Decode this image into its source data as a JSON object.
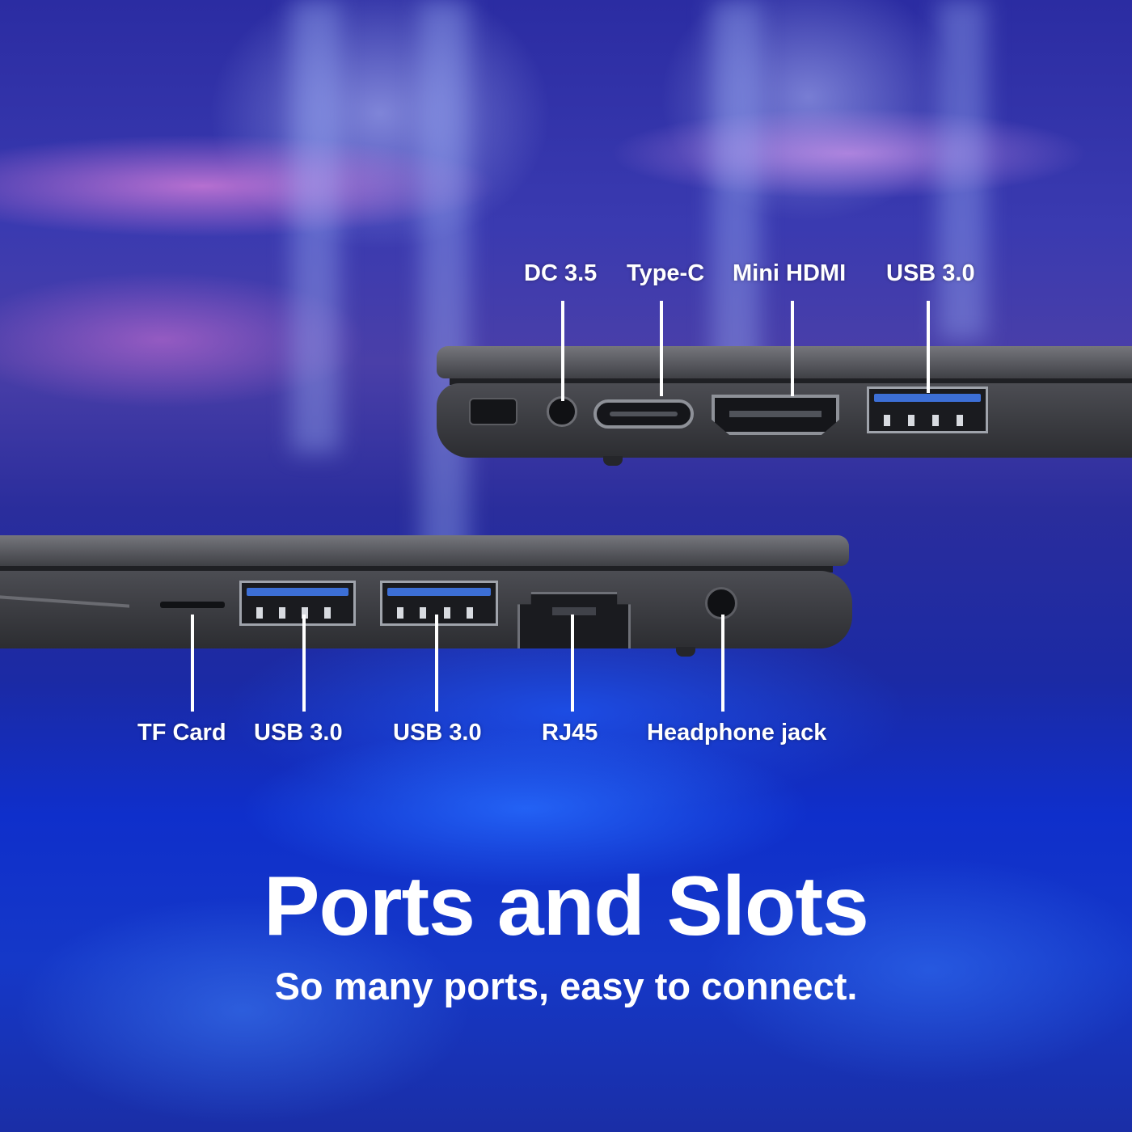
{
  "headline": {
    "title": "Ports and Slots",
    "subtitle": "So many ports, easy to connect."
  },
  "top_ports": {
    "dc": "DC 3.5",
    "typec": "Type-C",
    "hdmi": "Mini HDMI",
    "usb": "USB 3.0"
  },
  "bottom_ports": {
    "tf": "TF Card",
    "usb1": "USB 3.0",
    "usb2": "USB 3.0",
    "rj45": "RJ45",
    "headphone": "Headphone jack"
  },
  "colors": {
    "label": "#ffffff",
    "usb_tongue": "#3c6fd6",
    "chassis": "#4c4d53"
  },
  "icons": {
    "lock_slot": "kensington-lock-icon",
    "dc_port": "dc-jack-icon",
    "typec_port": "usb-c-port-icon",
    "hdmi_port": "hdmi-port-icon",
    "usb_port": "usb-a-port-icon",
    "tf_port": "sd-slot-icon",
    "rj45_port": "ethernet-port-icon",
    "headphone_port": "headphone-jack-icon"
  }
}
